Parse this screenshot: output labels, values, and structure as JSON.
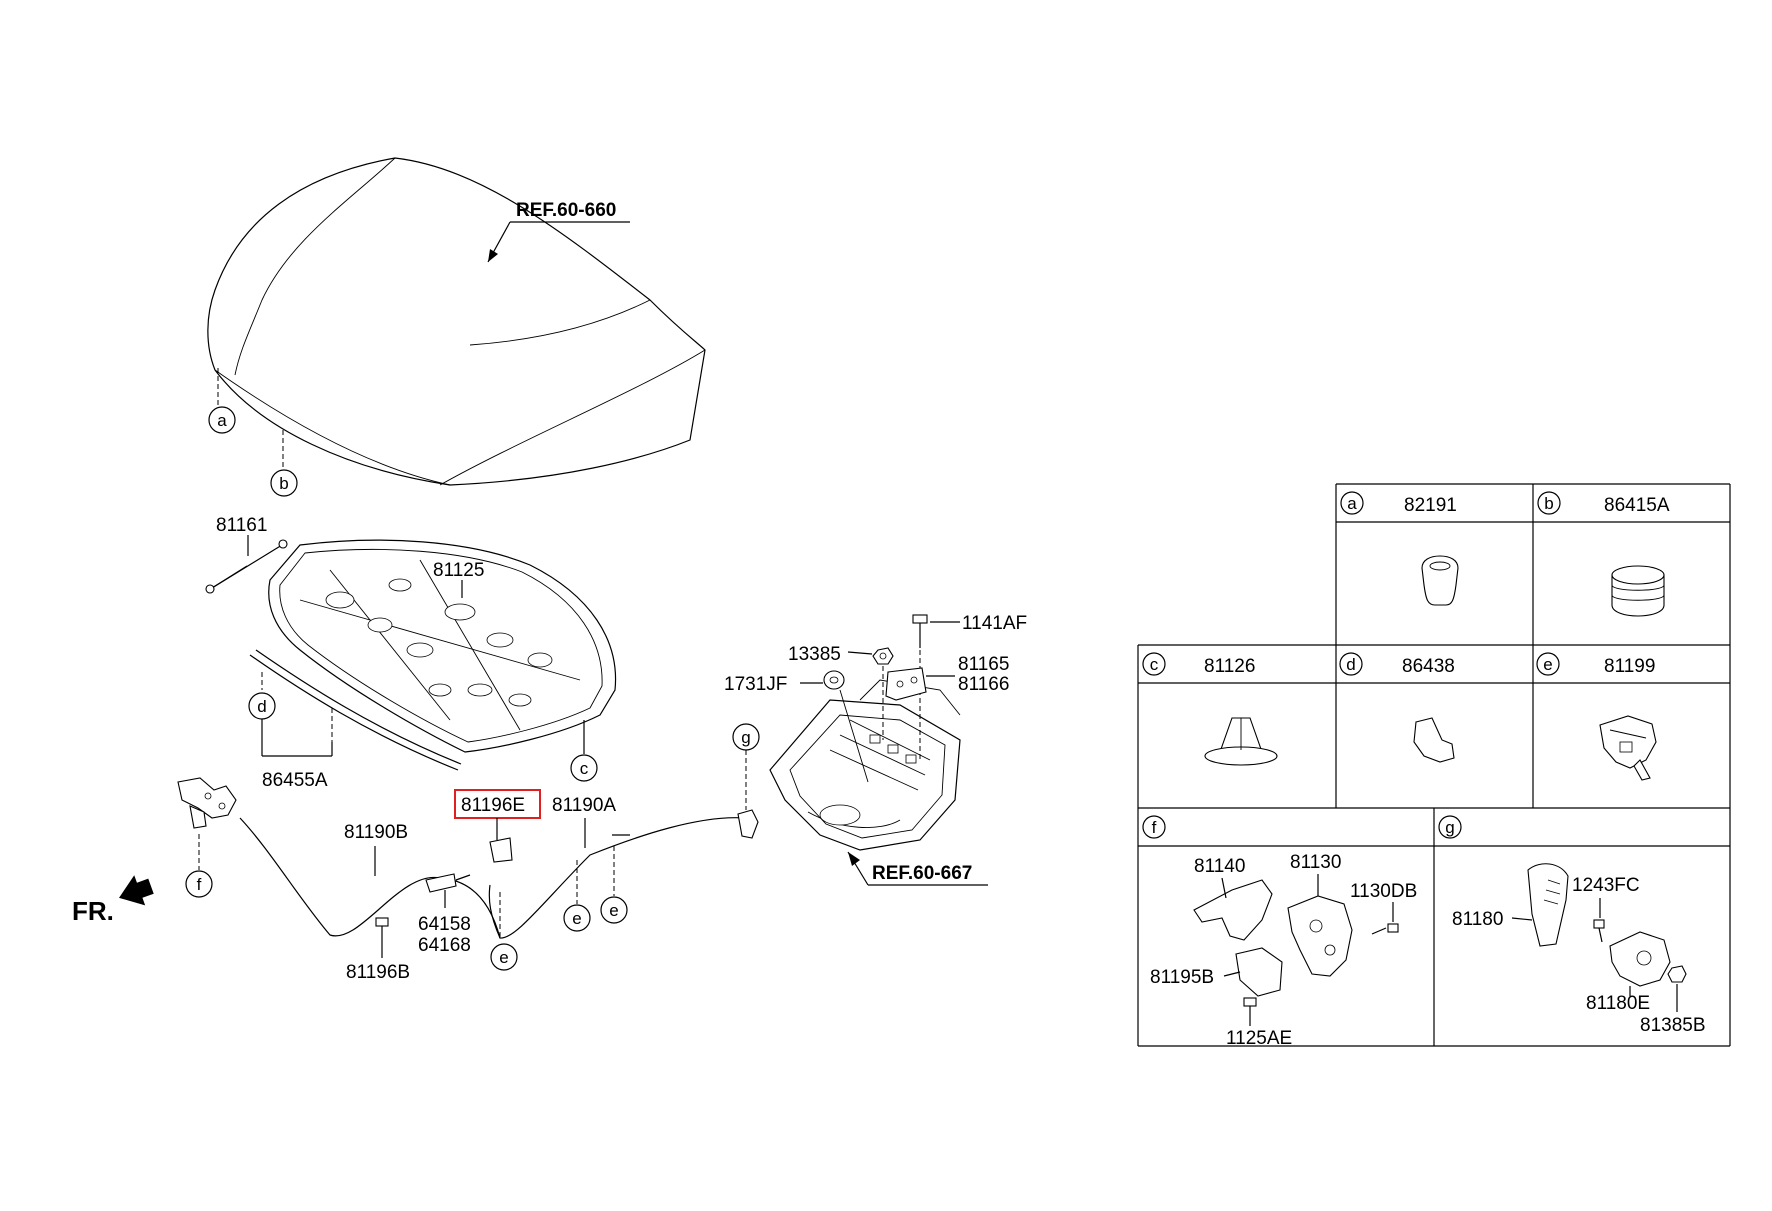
{
  "ref_labels": {
    "hood_ref": "REF.60-660",
    "body_ref": "REF.60-667",
    "front": "FR."
  },
  "callouts": {
    "a1": "a",
    "b1": "b",
    "c1": "c",
    "d1": "d",
    "e1": "e",
    "e2": "e",
    "e3": "e",
    "f1": "f",
    "g1": "g"
  },
  "parts": {
    "p81161": "81161",
    "p81125": "81125",
    "p86455A": "86455A",
    "p81196E": "81196E",
    "p81190A": "81190A",
    "p81190B": "81190B",
    "p64158": "64158",
    "p64168": "64168",
    "p81196B": "81196B",
    "p1141AF": "1141AF",
    "p13385": "13385",
    "p1731JF": "1731JF",
    "p81165": "81165",
    "p81166": "81166"
  },
  "highlighted_part": "81196E",
  "table": {
    "cells": [
      {
        "letter": "a",
        "part": "82191"
      },
      {
        "letter": "b",
        "part": "86415A"
      },
      {
        "letter": "c",
        "part": "81126"
      },
      {
        "letter": "d",
        "part": "86438"
      },
      {
        "letter": "e",
        "part": "81199"
      }
    ],
    "f": {
      "letter": "f",
      "parts": [
        "81140",
        "81130",
        "1130DB",
        "81195B",
        "1125AE"
      ]
    },
    "g": {
      "letter": "g",
      "parts": [
        "1243FC",
        "81180",
        "81180E",
        "81385B"
      ]
    }
  },
  "colors": {
    "highlight": "#e02020",
    "line": "#000000"
  }
}
